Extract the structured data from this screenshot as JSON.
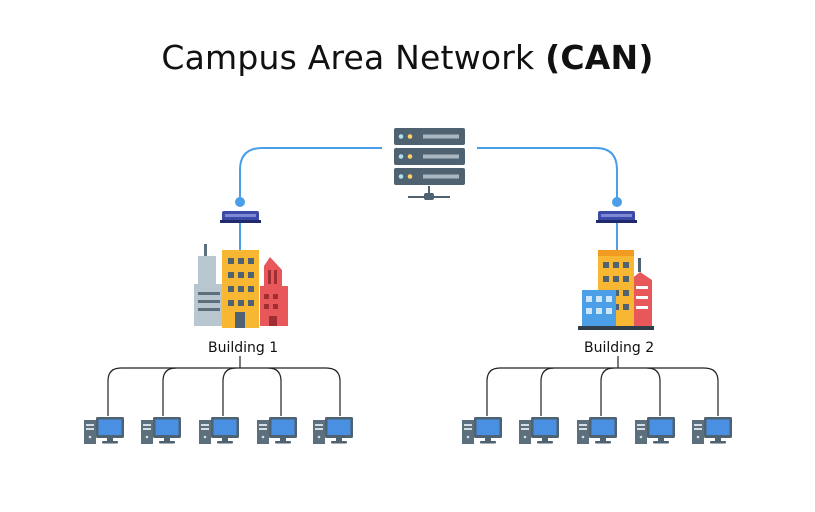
{
  "title": {
    "main": "Campus Area Network",
    "abbr": "(CAN)"
  },
  "buildings": [
    {
      "label": "Building 1",
      "computers": 5
    },
    {
      "label": "Building 2",
      "computers": 5
    }
  ],
  "colors": {
    "link": "#4a9fe8",
    "server_body": "#4f6271",
    "switch": "#3b4aa6",
    "building_yellow": "#f7b733",
    "building_red": "#e8575a",
    "building_gray": "#b8c6cf",
    "building_blue": "#4b9fe6",
    "monitor_screen": "#4a90e2"
  },
  "icons": [
    "server-icon",
    "switch-icon",
    "building-icon",
    "computer-icon"
  ]
}
